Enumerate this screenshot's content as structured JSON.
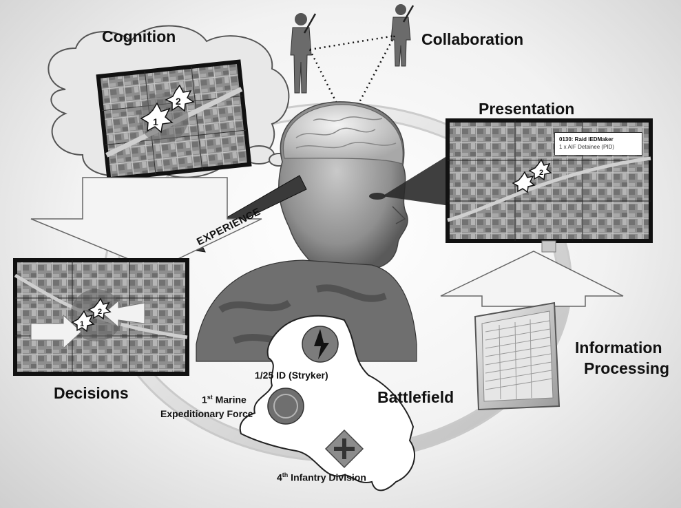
{
  "labels": {
    "cognition": "Cognition",
    "collaboration": "Collaboration",
    "presentation": "Presentation",
    "experience": "EXPERIENCE",
    "decisions": "Decisions",
    "information_processing_1": "Information",
    "information_processing_2": "Processing",
    "battlefield": "Battlefield"
  },
  "units": {
    "stryker": "1/25 ID (Stryker)",
    "marine_ordinal": "1",
    "marine_suffix": "st",
    "marine_rest": " Marine",
    "marine_line2": "Expeditionary Force",
    "infantry_ordinal": "4",
    "infantry_suffix": "th",
    "infantry_rest": " Infantry Division"
  },
  "presentation_tag": {
    "line1": "0130: Raid IEDMaker",
    "line2": "1 x AIF Detainee (PID)"
  },
  "map_markers": {
    "one": "1",
    "two": "2"
  }
}
